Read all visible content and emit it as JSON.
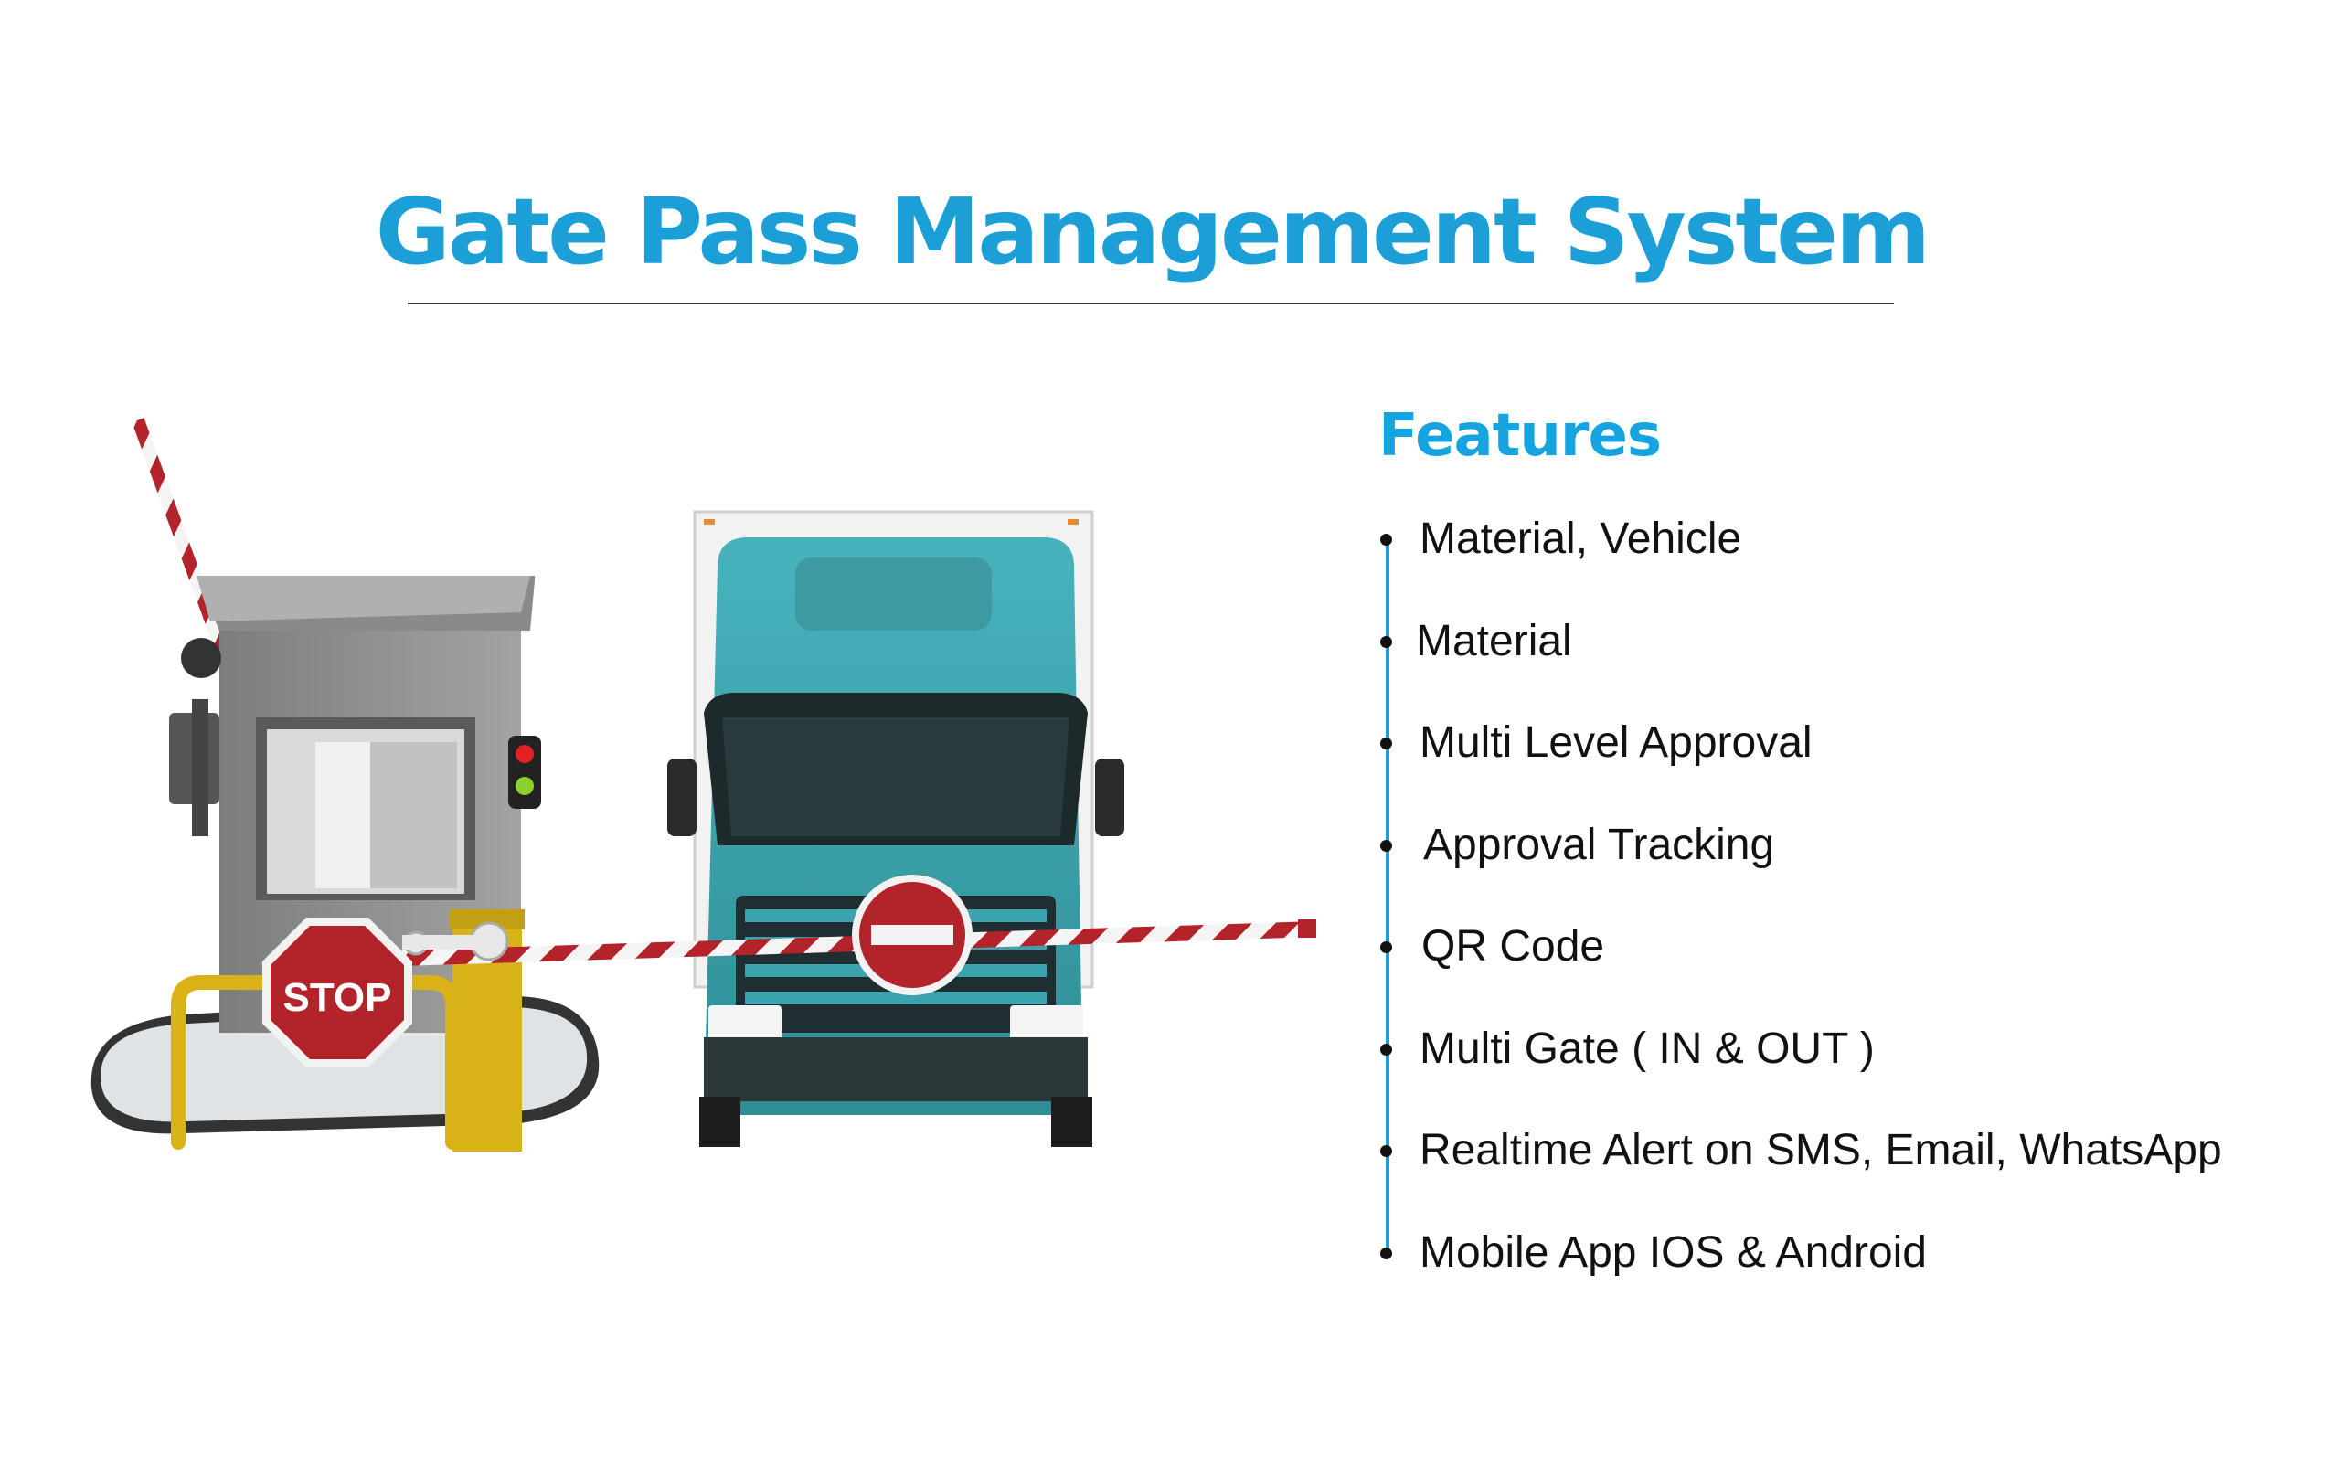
{
  "title": "Gate Pass Management System",
  "features": {
    "heading": "Features",
    "items": [
      "Material, Vehicle",
      "Material",
      "Multi Level Approval",
      "Approval Tracking",
      "QR Code",
      "Multi Gate ( IN & OUT )",
      "Realtime Alert on SMS, Email, WhatsApp",
      "Mobile App IOS & Android"
    ]
  },
  "illustration": {
    "stop_sign_text": "STOP"
  },
  "colors": {
    "accent": "#1c9fd6",
    "truck": "#3aa3ad",
    "barrier_red": "#b3232a"
  }
}
